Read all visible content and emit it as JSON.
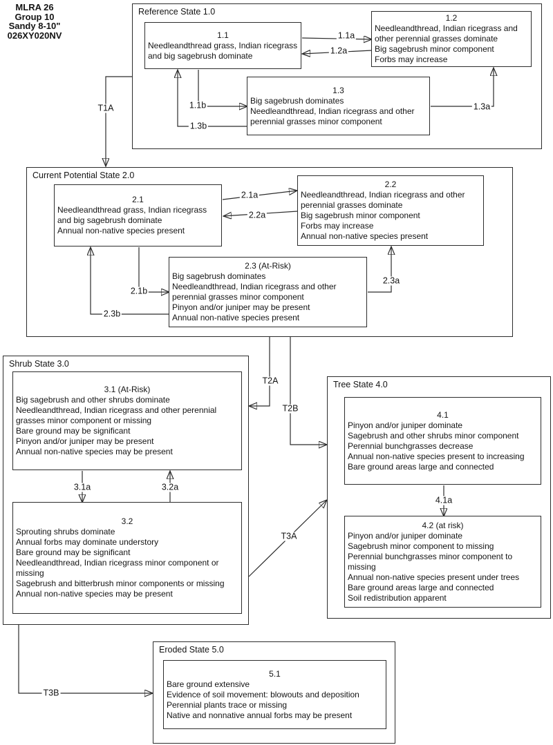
{
  "header": {
    "lines": [
      "MLRA 26",
      "Group 10",
      "Sandy 8-10\"",
      "026XY020NV"
    ]
  },
  "states": [
    {
      "label": "Reference State 1.0",
      "boxes": [
        {
          "title": "1.1",
          "lines": [
            "Needleandthread grass, Indian ricegrass and big sagebrush dominate"
          ]
        },
        {
          "title": "1.2",
          "lines": [
            "Needleandthread, Indian ricegrass and other perennial grasses dominate",
            "Big sagebrush minor component",
            "Forbs may increase"
          ]
        },
        {
          "title": "1.3",
          "lines": [
            "Big sagebrush dominates",
            "Needleandthread, Indian ricegrass and other perennial grasses minor component"
          ]
        }
      ]
    },
    {
      "label": "Current Potential State 2.0",
      "boxes": [
        {
          "title": "2.1",
          "lines": [
            "Needleandthread grass, Indian ricegrass and big sagebrush dominate",
            "Annual non-native species present"
          ]
        },
        {
          "title": "2.2",
          "lines": [
            "Needleandthread, Indian ricegrass and other perennial grasses dominate",
            "Big sagebrush minor component",
            "Forbs may increase",
            "Annual non-native species present"
          ]
        },
        {
          "title": "2.3 (At-Risk)",
          "lines": [
            "Big sagebrush dominates",
            "Needleandthread, Indian ricegrass and other perennial grasses minor component",
            "Pinyon and/or juniper may be present",
            "Annual non-native species present"
          ]
        }
      ]
    },
    {
      "label": "Shrub State 3.0",
      "boxes": [
        {
          "title": "3.1 (At-Risk)",
          "lines": [
            "Big sagebrush and other shrubs dominate",
            "Needleandthread, Indian ricegrass and other perennial grasses minor component or missing",
            "Bare ground may be significant",
            "Pinyon and/or juniper may be present",
            "Annual non-native species may be present"
          ]
        },
        {
          "title": "3.2",
          "lines": [
            "Sprouting shrubs dominate",
            "Annual forbs may dominate understory",
            "Bare ground may be significant",
            "Needleandthread, Indian ricegrass minor component or missing",
            "Sagebrush and bitterbrush minor components or missing",
            "Annual non-native species may be present"
          ]
        }
      ]
    },
    {
      "label": "Tree State 4.0",
      "boxes": [
        {
          "title": "4.1",
          "lines": [
            "Pinyon and/or juniper dominate",
            "Sagebrush and other shrubs minor component",
            "Perennial bunchgrasses decrease",
            "Annual non-native species present to increasing",
            "Bare ground areas large and connected"
          ]
        },
        {
          "title": "4.2 (at risk)",
          "lines": [
            "Pinyon and/or juniper dominate",
            "Sagebrush minor component to missing",
            "Perennial bunchgrasses minor component to missing",
            "Annual non-native species present under trees",
            "Bare ground areas large and connected",
            "Soil redistribution apparent"
          ]
        }
      ]
    },
    {
      "label": "Eroded State 5.0",
      "boxes": [
        {
          "title": "5.1",
          "lines": [
            "Bare ground extensive",
            "Evidence of soil movement: blowouts and deposition",
            "Perennial plants trace or missing",
            "Native and nonnative annual forbs may be present"
          ]
        }
      ]
    }
  ],
  "arrows": {
    "a11a": "1.1a",
    "a12a": "1.2a",
    "a11b": "1.1b",
    "a13b": "1.3b",
    "a13a": "1.3a",
    "t1a": "T1A",
    "a21a": "2.1a",
    "a22a": "2.2a",
    "a21b": "2.1b",
    "a23b": "2.3b",
    "a23a": "2.3a",
    "t2a": "T2A",
    "t2b": "T2B",
    "a31a": "3.1a",
    "a32a": "3.2a",
    "t3a": "T3A",
    "t3b": "T3B",
    "a41a": "4.1a"
  },
  "colors": {
    "line": "#2b2b2b",
    "background": "#ffffff",
    "text": "#141414"
  }
}
